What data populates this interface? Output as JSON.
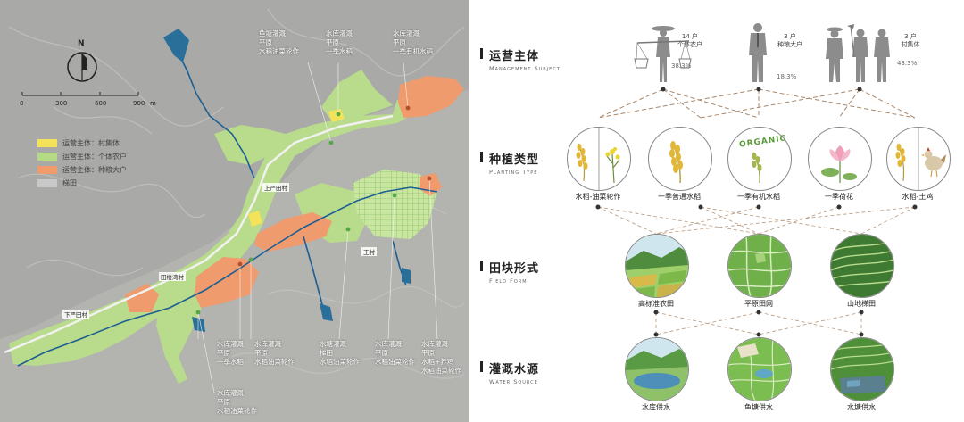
{
  "map": {
    "north_label": "N",
    "scale": {
      "ticks": [
        "0",
        "300",
        "600",
        "900"
      ],
      "unit": "m"
    },
    "legend": [
      {
        "label": "运营主体：村集体",
        "color": "#f3e25a"
      },
      {
        "label": "运营主体：个体农户",
        "color": "#b5d985"
      },
      {
        "label": "运营主体：种粮大户",
        "color": "#ef9b6d"
      },
      {
        "label": "梯田",
        "color": "#c9c9c9"
      }
    ],
    "villages": [
      "上严田村",
      "王村",
      "田楼湾村",
      "下严田村"
    ],
    "callouts_top": [
      {
        "lines": [
          "鱼塘灌溉",
          "平原",
          "水稻油菜轮作"
        ]
      },
      {
        "lines": [
          "水库灌溉",
          "平原",
          "一季水稻"
        ]
      },
      {
        "lines": [
          "水库灌溉",
          "平原",
          "一季有机水稻"
        ]
      }
    ],
    "callouts_bottom": [
      {
        "lines": [
          "水库灌溉",
          "平原",
          "一季水稻"
        ]
      },
      {
        "lines": [
          "水库灌溉",
          "平原",
          "水稻油菜轮作"
        ]
      },
      {
        "lines": [
          "水塘灌溉",
          "梯田",
          "水稻油菜轮作"
        ]
      },
      {
        "lines": [
          "水库灌溉",
          "平原",
          "水稻油菜轮作"
        ]
      },
      {
        "lines": [
          "水库灌溉",
          "平原",
          "水稻+养鸡",
          "水稻油菜轮作"
        ]
      },
      {
        "lines": [
          "水库灌溉",
          "平原",
          "水稻油菜轮作"
        ]
      }
    ]
  },
  "diagram": {
    "sections": [
      {
        "zh": "运营主体",
        "en": "Management Subject"
      },
      {
        "zh": "种植类型",
        "en": "Planting Type"
      },
      {
        "zh": "田块形式",
        "en": "Field Form"
      },
      {
        "zh": "灌溉水源",
        "en": "Water Source"
      }
    ],
    "subjects": [
      {
        "count": "14 户",
        "name": "个体农户",
        "pct": "38.3%"
      },
      {
        "count": "3 户",
        "name": "种粮大户",
        "pct": "18.3%"
      },
      {
        "count": "3 户",
        "name": "村集体",
        "pct": "43.3%"
      }
    ],
    "planting": [
      "水稻-油菜轮作",
      "一季普通水稻",
      "一季有机水稻",
      "一季荷花",
      "水稻-土鸡"
    ],
    "organic_text": "ORGANIC",
    "fields": [
      "高标准农田",
      "平原田网",
      "山地梯田"
    ],
    "water": [
      "水库供水",
      "鱼塘供水",
      "水塘供水"
    ]
  }
}
